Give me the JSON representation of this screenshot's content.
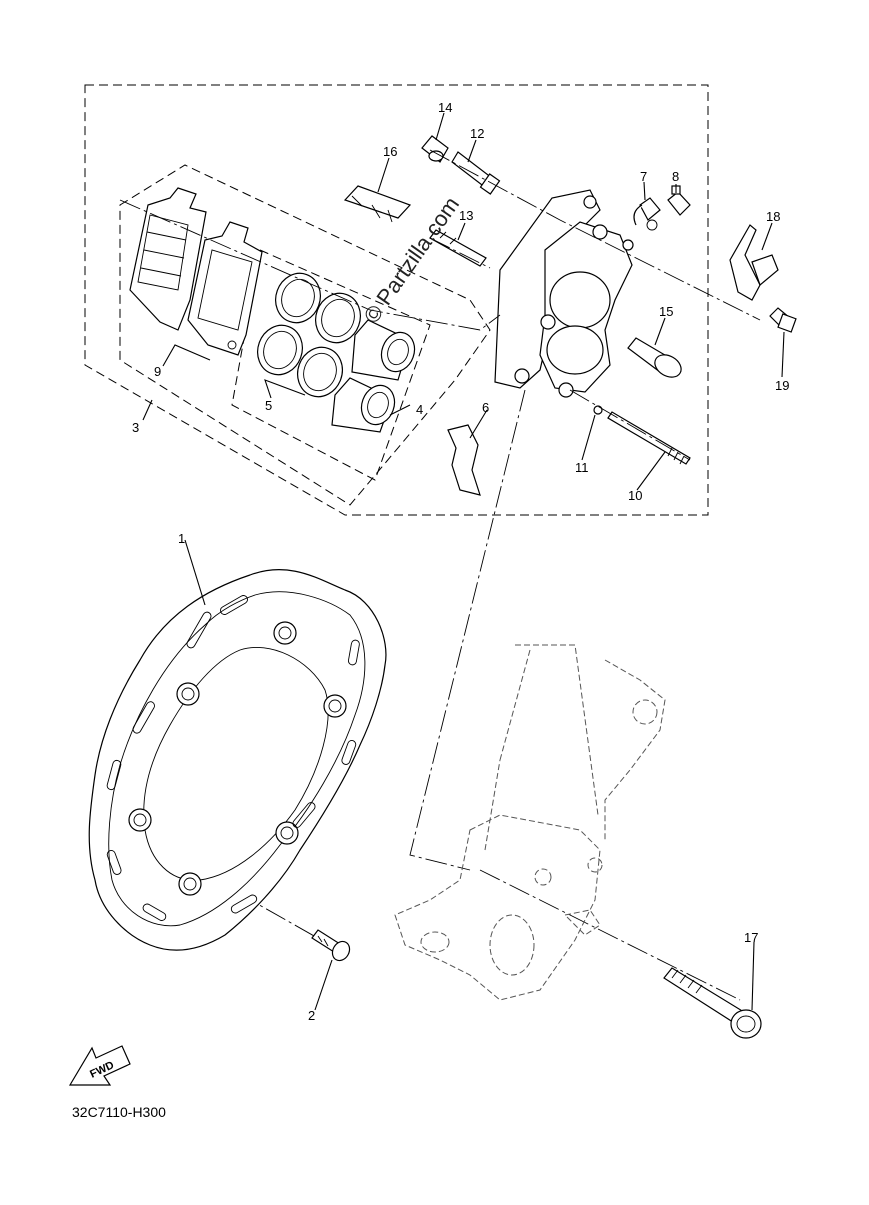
{
  "diagram": {
    "watermark": "© Partzilla.com",
    "diagram_code": "32C7110-H300",
    "fwd_label": "FWD",
    "callouts": [
      "1",
      "2",
      "3",
      "4",
      "5",
      "6",
      "7",
      "8",
      "9",
      "10",
      "11",
      "12",
      "13",
      "14",
      "15",
      "16",
      "17",
      "18",
      "19"
    ]
  }
}
